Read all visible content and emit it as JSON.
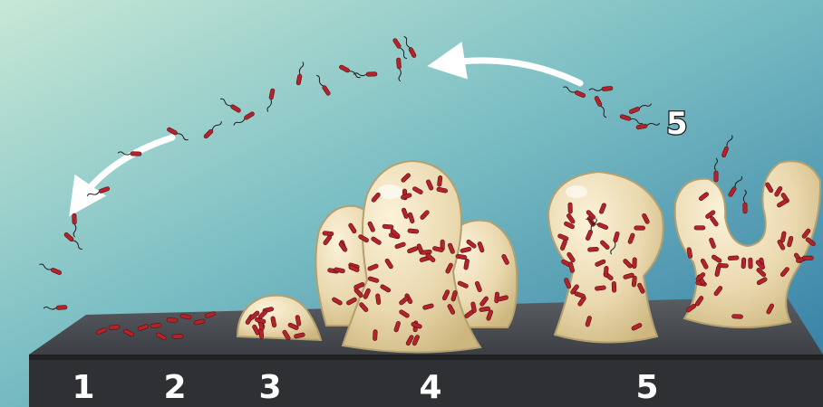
{
  "stages": [
    {
      "id": "1",
      "label": "1"
    },
    {
      "id": "2",
      "label": "2"
    },
    {
      "id": "3",
      "label": "3"
    },
    {
      "id": "4",
      "label": "4"
    },
    {
      "id": "5",
      "label": "5"
    }
  ],
  "dispersal_label": "5",
  "colors": {
    "sky_top": "#a9dcd2",
    "sky_bottom": "#3f89ab",
    "surface_top": "#494c4f",
    "surface_front": "#2e3033",
    "biofilm": "#ead8ae",
    "biofilm_outline": "#b3a071",
    "bacterium": "#b2232b",
    "arrow": "#ffffff"
  }
}
